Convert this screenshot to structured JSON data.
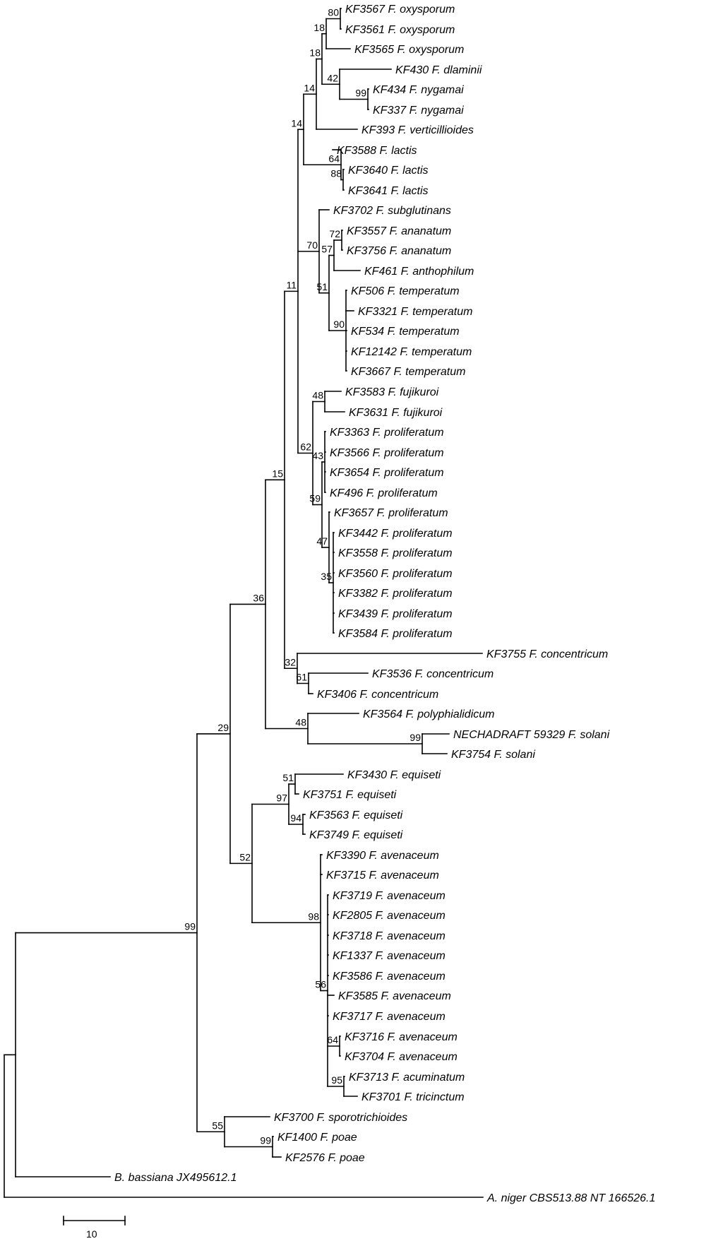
{
  "tree": {
    "name": "root",
    "children": [
      {
        "name": "A. niger CBS513.88 NT 166526.1"
      },
      {
        "name": "n_bass",
        "children": [
          {
            "name": "B. bassiana JX495612.1"
          },
          {
            "name": "n99a",
            "bootstrap": "99",
            "children": [
              {
                "name": "n29",
                "bootstrap": "29",
                "children": [
                  {
                    "name": "n36",
                    "bootstrap": "36",
                    "children": [
                      {
                        "name": "n15",
                        "bootstrap": "15",
                        "children": [
                          {
                            "name": "n11",
                            "bootstrap": "11",
                            "children": [
                              {
                                "name": "n14b",
                                "bootstrap": "14",
                                "children": [
                                  {
                                    "name": "n14a",
                                    "bootstrap": "14",
                                    "children": [
                                      {
                                        "name": "n18a",
                                        "bootstrap": "18",
                                        "children": [
                                          {
                                            "name": "n18b",
                                            "bootstrap": "18",
                                            "children": [
                                              {
                                                "name": "n80",
                                                "bootstrap": "80",
                                                "children": [
                                                  {
                                                    "name": "KF3567 F. oxysporum"
                                                  },
                                                  {
                                                    "name": "KF3561 F. oxysporum"
                                                  }
                                                ]
                                              },
                                              {
                                                "name": "KF3565 F. oxysporum"
                                              }
                                            ]
                                          },
                                          {
                                            "name": "n42",
                                            "bootstrap": "42",
                                            "children": [
                                              {
                                                "name": "KF430 F. dlaminii"
                                              },
                                              {
                                                "name": "n99b",
                                                "bootstrap": "99",
                                                "children": [
                                                  {
                                                    "name": "KF434 F. nygamai"
                                                  },
                                                  {
                                                    "name": "KF337 F. nygamai"
                                                  }
                                                ]
                                              }
                                            ]
                                          }
                                        ]
                                      },
                                      {
                                        "name": "KF393 F. verticillioides"
                                      }
                                    ]
                                  },
                                  {
                                    "name": "n64",
                                    "bootstrap": "64",
                                    "children": [
                                      {
                                        "name": "KF3588 F. lactis"
                                      },
                                      {
                                        "name": "n88",
                                        "bootstrap": "88",
                                        "children": [
                                          {
                                            "name": "KF3640 F. lactis"
                                          },
                                          {
                                            "name": "KF3641 F. lactis"
                                          }
                                        ]
                                      }
                                    ]
                                  }
                                ]
                              },
                              {
                                "name": "n70",
                                "bootstrap": "70",
                                "children": [
                                  {
                                    "name": "KF3702 F. subglutinans"
                                  },
                                  {
                                    "name": "n51",
                                    "bootstrap": "51",
                                    "children": [
                                      {
                                        "name": "n57",
                                        "bootstrap": "57",
                                        "children": [
                                          {
                                            "name": "n72",
                                            "bootstrap": "72",
                                            "children": [
                                              {
                                                "name": "KF3557 F. ananatum"
                                              },
                                              {
                                                "name": "KF3756 F. ananatum"
                                              }
                                            ]
                                          },
                                          {
                                            "name": "KF461 F. anthophilum"
                                          }
                                        ]
                                      },
                                      {
                                        "name": "n90",
                                        "bootstrap": "90",
                                        "children": [
                                          {
                                            "name": "KF506 F. temperatum"
                                          },
                                          {
                                            "name": "KF3321 F. temperatum"
                                          },
                                          {
                                            "name": "KF534 F. temperatum"
                                          },
                                          {
                                            "name": "KF12142 F. temperatum"
                                          },
                                          {
                                            "name": "KF3667 F. temperatum"
                                          }
                                        ]
                                      }
                                    ]
                                  }
                                ]
                              },
                              {
                                "name": "n62",
                                "bootstrap": "62",
                                "children": [
                                  {
                                    "name": "n48a",
                                    "bootstrap": "48",
                                    "children": [
                                      {
                                        "name": "KF3583 F. fujikuroi"
                                      },
                                      {
                                        "name": "KF3631 F. fujikuroi"
                                      }
                                    ]
                                  },
                                  {
                                    "name": "n59",
                                    "bootstrap": "59",
                                    "children": [
                                      {
                                        "name": "n43",
                                        "bootstrap": "43",
                                        "children": [
                                          {
                                            "name": "KF3363 F. proliferatum"
                                          },
                                          {
                                            "name": "KF3566 F. proliferatum"
                                          },
                                          {
                                            "name": "KF3654 F. proliferatum"
                                          },
                                          {
                                            "name": "KF496 F. proliferatum"
                                          }
                                        ]
                                      },
                                      {
                                        "name": "n47",
                                        "bootstrap": "47",
                                        "children": [
                                          {
                                            "name": "KF3657 F. proliferatum"
                                          },
                                          {
                                            "name": "n35",
                                            "bootstrap": "35",
                                            "children": [
                                              {
                                                "name": "KF3442 F. proliferatum"
                                              },
                                              {
                                                "name": "KF3558 F. proliferatum"
                                              },
                                              {
                                                "name": "KF3560 F. proliferatum"
                                              },
                                              {
                                                "name": "KF3382 F. proliferatum"
                                              },
                                              {
                                                "name": "KF3439 F. proliferatum"
                                              },
                                              {
                                                "name": "KF3584 F. proliferatum"
                                              }
                                            ]
                                          }
                                        ]
                                      }
                                    ]
                                  }
                                ]
                              }
                            ]
                          },
                          {
                            "name": "n32",
                            "bootstrap": "32",
                            "children": [
                              {
                                "name": "KF3755 F. concentricum"
                              },
                              {
                                "name": "n61",
                                "bootstrap": "61",
                                "children": [
                                  {
                                    "name": "KF3536 F. concentricum"
                                  },
                                  {
                                    "name": "KF3406 F. concentricum"
                                  }
                                ]
                              }
                            ]
                          }
                        ]
                      },
                      {
                        "name": "n48b",
                        "bootstrap": "48",
                        "children": [
                          {
                            "name": "KF3564 F. polyphialidicum"
                          },
                          {
                            "name": "n99c",
                            "bootstrap": "99",
                            "children": [
                              {
                                "name": "NECHADRAFT 59329 F. solani"
                              },
                              {
                                "name": "KF3754 F. solani"
                              }
                            ]
                          }
                        ]
                      }
                    ]
                  },
                  {
                    "name": "n52",
                    "bootstrap": "52",
                    "children": [
                      {
                        "name": "n97",
                        "bootstrap": "97",
                        "children": [
                          {
                            "name": "n51b",
                            "bootstrap": "51",
                            "children": [
                              {
                                "name": "KF3430 F. equiseti"
                              },
                              {
                                "name": "KF3751 F. equiseti"
                              }
                            ]
                          },
                          {
                            "name": "n94",
                            "bootstrap": "94",
                            "children": [
                              {
                                "name": "KF3563 F. equiseti"
                              },
                              {
                                "name": "KF3749 F. equiseti"
                              }
                            ]
                          }
                        ]
                      },
                      {
                        "name": "n98",
                        "bootstrap": "98",
                        "children": [
                          {
                            "name": "KF3390 F. avenaceum"
                          },
                          {
                            "name": "KF3715 F. avenaceum"
                          },
                          {
                            "name": "n56",
                            "bootstrap": "56",
                            "children": [
                              {
                                "name": "KF3719 F. avenaceum"
                              },
                              {
                                "name": "KF2805 F. avenaceum"
                              },
                              {
                                "name": "KF3718 F. avenaceum"
                              },
                              {
                                "name": "KF1337 F. avenaceum"
                              },
                              {
                                "name": "KF3586 F. avenaceum"
                              },
                              {
                                "name": "KF3585 F. avenaceum"
                              },
                              {
                                "name": "KF3717 F. avenaceum"
                              },
                              {
                                "name": "n64b",
                                "bootstrap": "64",
                                "children": [
                                  {
                                    "name": "KF3716 F. avenaceum"
                                  },
                                  {
                                    "name": "KF3704 F. avenaceum"
                                  }
                                ]
                              },
                              {
                                "name": "n95",
                                "bootstrap": "95",
                                "children": [
                                  {
                                    "name": "KF3713 F. acuminatum"
                                  },
                                  {
                                    "name": "KF3701 F. tricinctum"
                                  }
                                ]
                              }
                            ]
                          }
                        ]
                      }
                    ]
                  }
                ]
              },
              {
                "name": "n55",
                "bootstrap": "55",
                "children": [
                  {
                    "name": "KF3700 F. sporotrichioides"
                  },
                  {
                    "name": "n99d",
                    "bootstrap": "99",
                    "children": [
                      {
                        "name": "KF1400 F. poae"
                      },
                      {
                        "name": "KF2576 F. poae"
                      }
                    ]
                  }
                ]
              }
            ]
          }
        ]
      }
    ]
  },
  "scale_bar": {
    "label": "10"
  }
}
